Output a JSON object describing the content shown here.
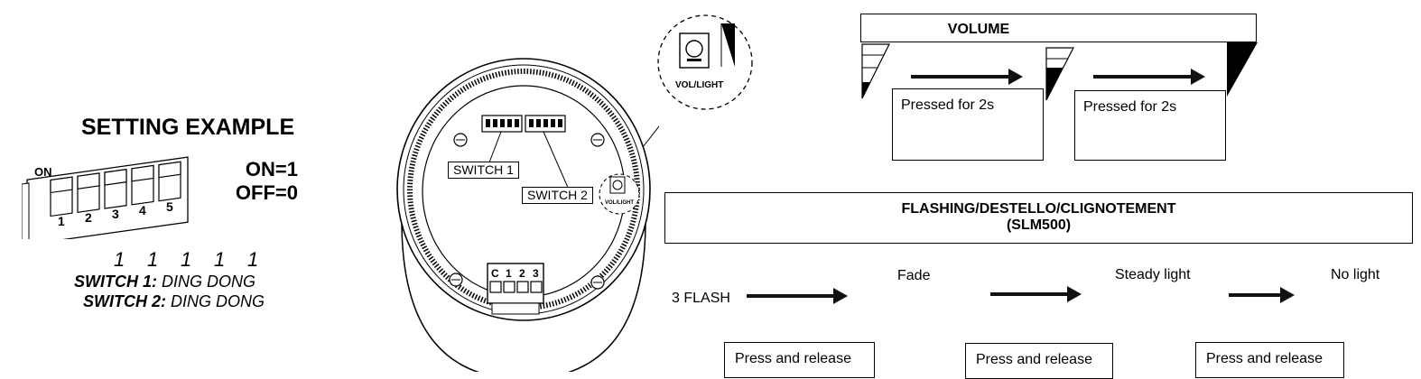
{
  "setting": {
    "title": "SETTING EXAMPLE",
    "on_label": "ON",
    "dip_numbers": [
      "1",
      "2",
      "3",
      "4",
      "5"
    ],
    "on_value": "ON=1",
    "off_value": "OFF=0",
    "positions": [
      "1",
      "1",
      "1",
      "1",
      "1"
    ],
    "switch1_label": "SWITCH 1:",
    "switch1_value": "DING DONG",
    "switch2_label": "SWITCH 2:",
    "switch2_value": "DING DONG"
  },
  "device": {
    "switch1_label": "SWITCH 1",
    "switch2_label": "SWITCH 2",
    "button_small_label": "VOL/LIGHT",
    "callout_label": "VOL/LIGHT",
    "terminal_labels": [
      "C",
      "1",
      "2",
      "3"
    ]
  },
  "volume": {
    "title": "VOLUME",
    "steps": [
      "Pressed for 2s",
      "Pressed for 2s"
    ]
  },
  "flashing": {
    "title": "FLASHING/DESTELLO/CLIGNOTEMENT",
    "subtitle": "(SLM500)",
    "start": "3 FLASH",
    "modes": [
      "Fade",
      "Steady light",
      "No light"
    ],
    "actions": [
      "Press and release",
      "Press and release",
      "Press and release"
    ]
  }
}
